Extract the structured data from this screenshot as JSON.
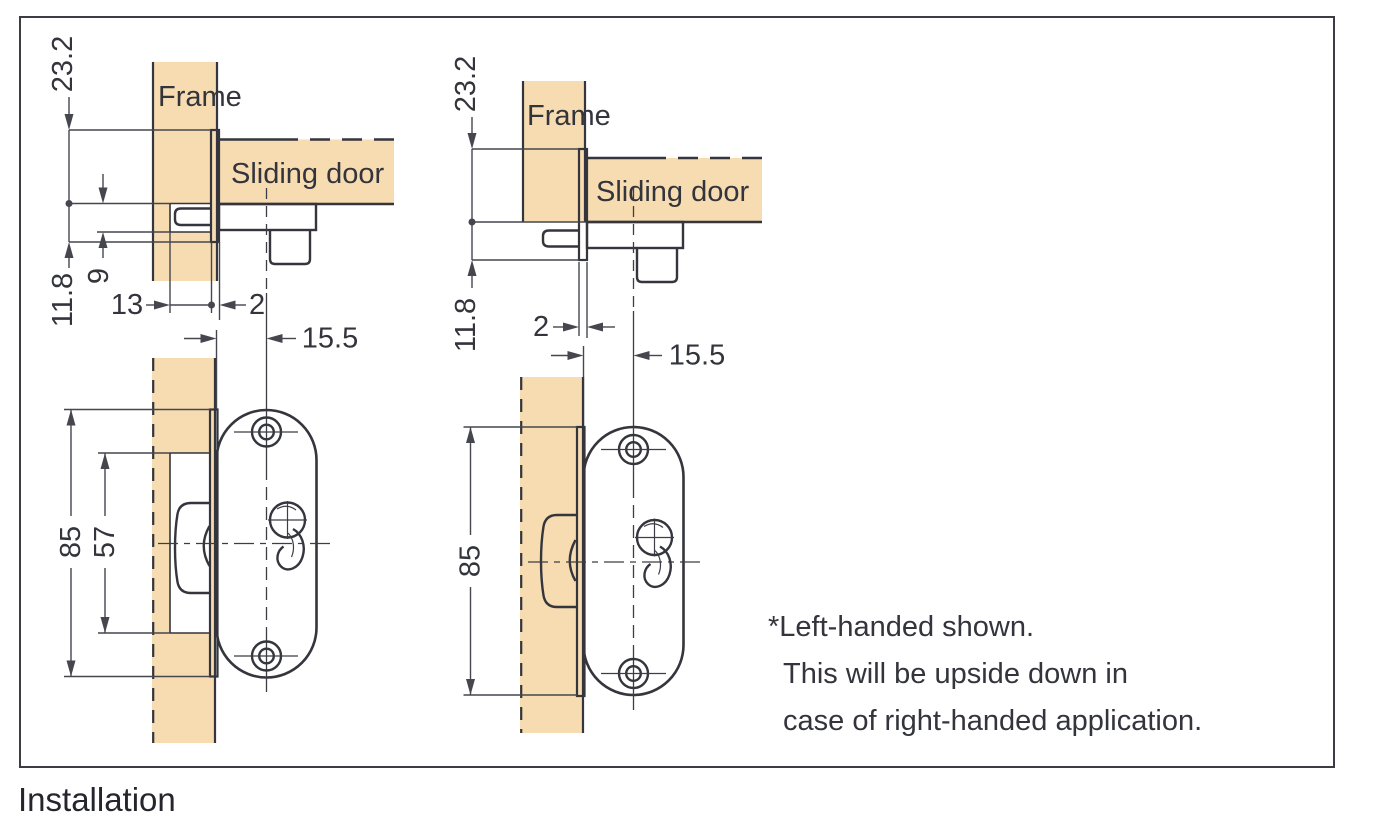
{
  "page": {
    "caption": "Installation"
  },
  "colors": {
    "wood": "#f6dcb0",
    "metal": "#ddeef8",
    "outline": "#34353d",
    "dimension": "#45464e",
    "text": "#33343c",
    "border": "#3b3c44"
  },
  "diagram": {
    "labels": {
      "frame": "Frame",
      "sliding_door": "Sliding door"
    },
    "dimensions": {
      "left_top": {
        "above_center": "23.2",
        "below_center": "11.8",
        "latch_depth": "9",
        "mortise_depth": "13",
        "plate_thickness": "2",
        "backset": "15.5"
      },
      "left_bottom": {
        "plate_height": "85",
        "mortise_height": "57"
      },
      "right_top": {
        "above_center": "23.2",
        "below_center": "11.8",
        "plate_thickness": "2",
        "backset": "15.5"
      },
      "right_bottom": {
        "plate_height": "85"
      }
    },
    "note": {
      "marker": "*",
      "line1": "Left-handed shown.",
      "line2": "This will be upside down in",
      "line3": "case of right-handed application."
    }
  }
}
